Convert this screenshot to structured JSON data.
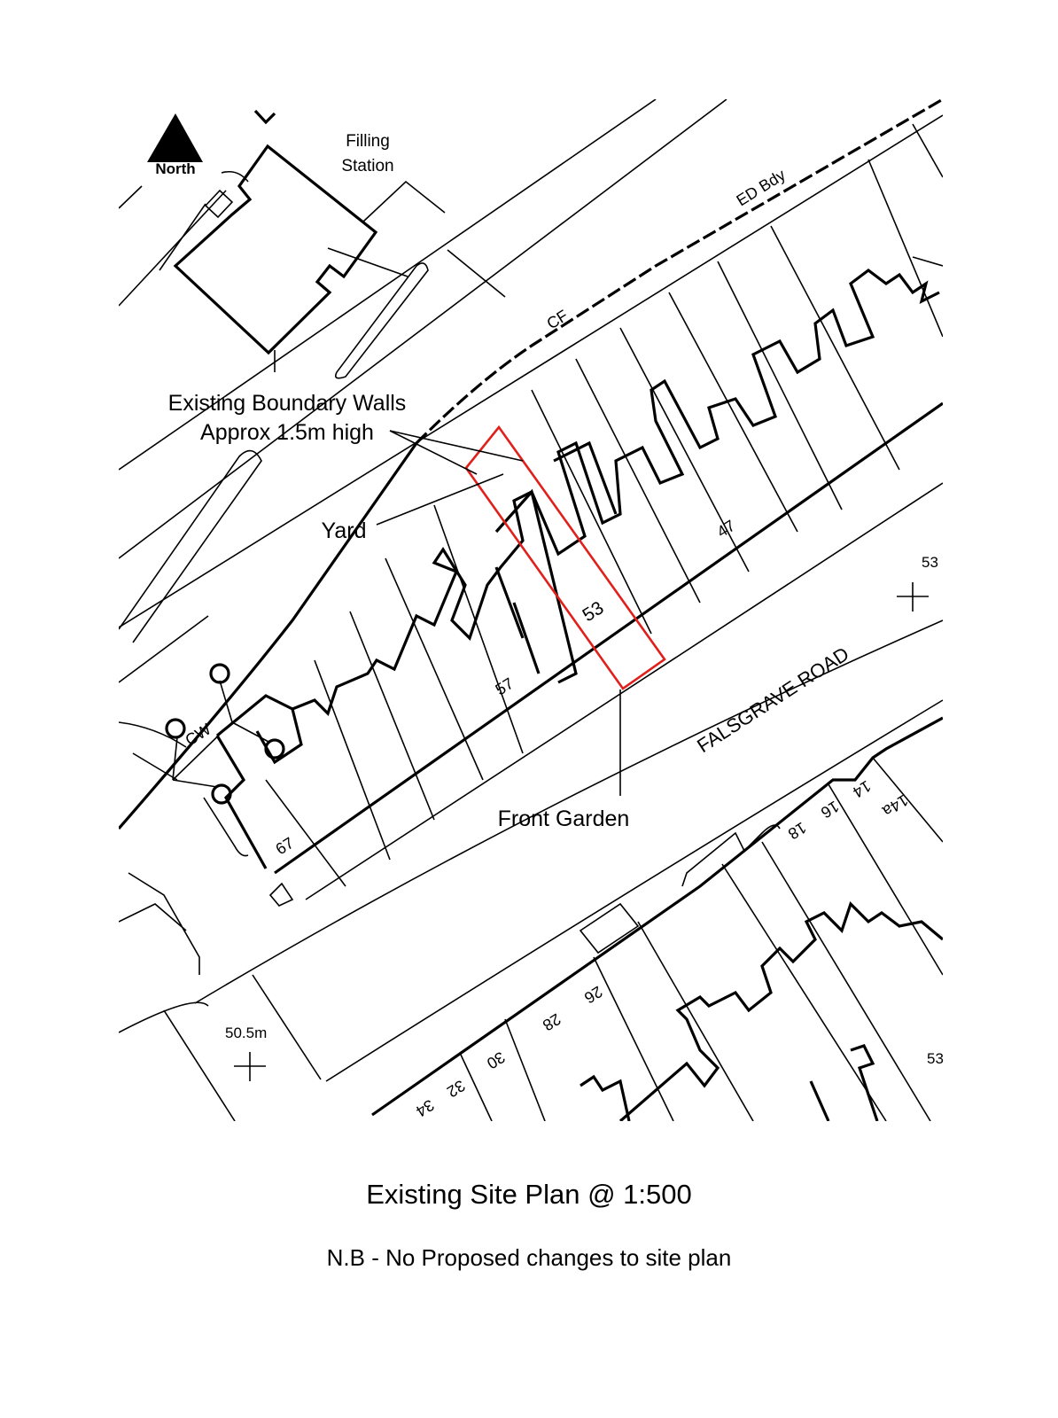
{
  "map": {
    "north_label": "North",
    "filling_station_line1": "Filling",
    "filling_station_line2": "Station",
    "ed_bdy": "ED Bdy",
    "cf": "CF",
    "cw": "CW",
    "annotation_walls_line1": "Existing Boundary Walls",
    "annotation_walls_line2": "Approx 1.5m high",
    "annotation_yard": "Yard",
    "annotation_front_garden": "Front Garden",
    "road_name": "FALSGRAVE ROAD",
    "spot_height_left": "50.5m",
    "spot_height_right": "53",
    "spot_height_edge": "53",
    "house_numbers_north": [
      "67",
      "57",
      "53",
      "47"
    ],
    "house_numbers_south": [
      "34",
      "32",
      "30",
      "28",
      "26",
      "18",
      "16",
      "14",
      "14a"
    ],
    "site_outline_color": "#e0201b"
  },
  "footer": {
    "title": "Existing Site Plan @ 1:500",
    "note": "N.B - No Proposed changes to site plan"
  }
}
